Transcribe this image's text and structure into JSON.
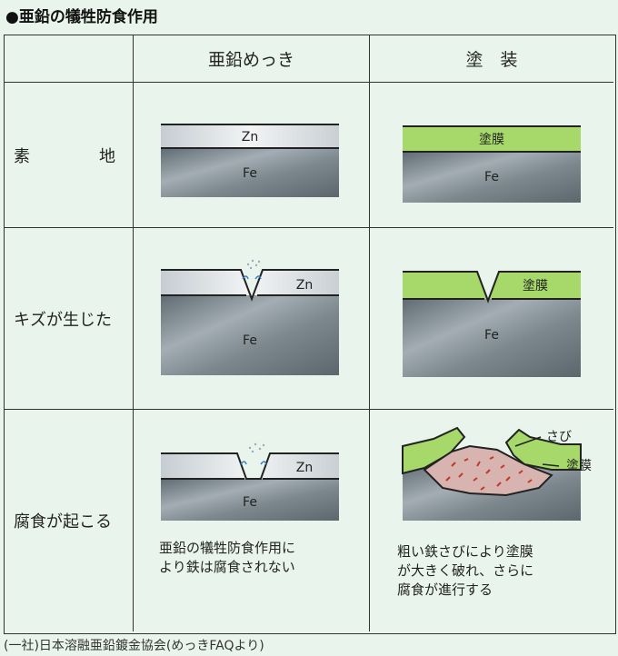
{
  "title": "●亜鉛の犠牲防食作用",
  "columns": {
    "zinc_plating": "亜鉛めっき",
    "painting": "塗　装"
  },
  "rows": {
    "base": {
      "label_left": "素",
      "label_right": "地"
    },
    "scratched": {
      "label": "キズが生じた"
    },
    "corroding": {
      "label": "腐食が起こる"
    }
  },
  "materials": {
    "zinc": "Zn",
    "iron": "Fe",
    "coating": "塗膜",
    "rust": "さび"
  },
  "captions": {
    "zinc": [
      "亜鉛の犠牲防食作用に",
      "より鉄は腐食されない"
    ],
    "paint": [
      "粗い鉄さびにより塗膜",
      "が大きく破れ、さらに",
      "腐食が進行する"
    ]
  },
  "source": "(一社)日本溶融亜鉛鍍金協会(めっきFAQより)",
  "colors": {
    "coating_green": "#a6d86a",
    "rust_pink": "#d8b4b0",
    "rust_marks": "#c0392b",
    "steel": "#8c969d",
    "zinc": "#d7dde1",
    "background": "#e9f5ec"
  }
}
